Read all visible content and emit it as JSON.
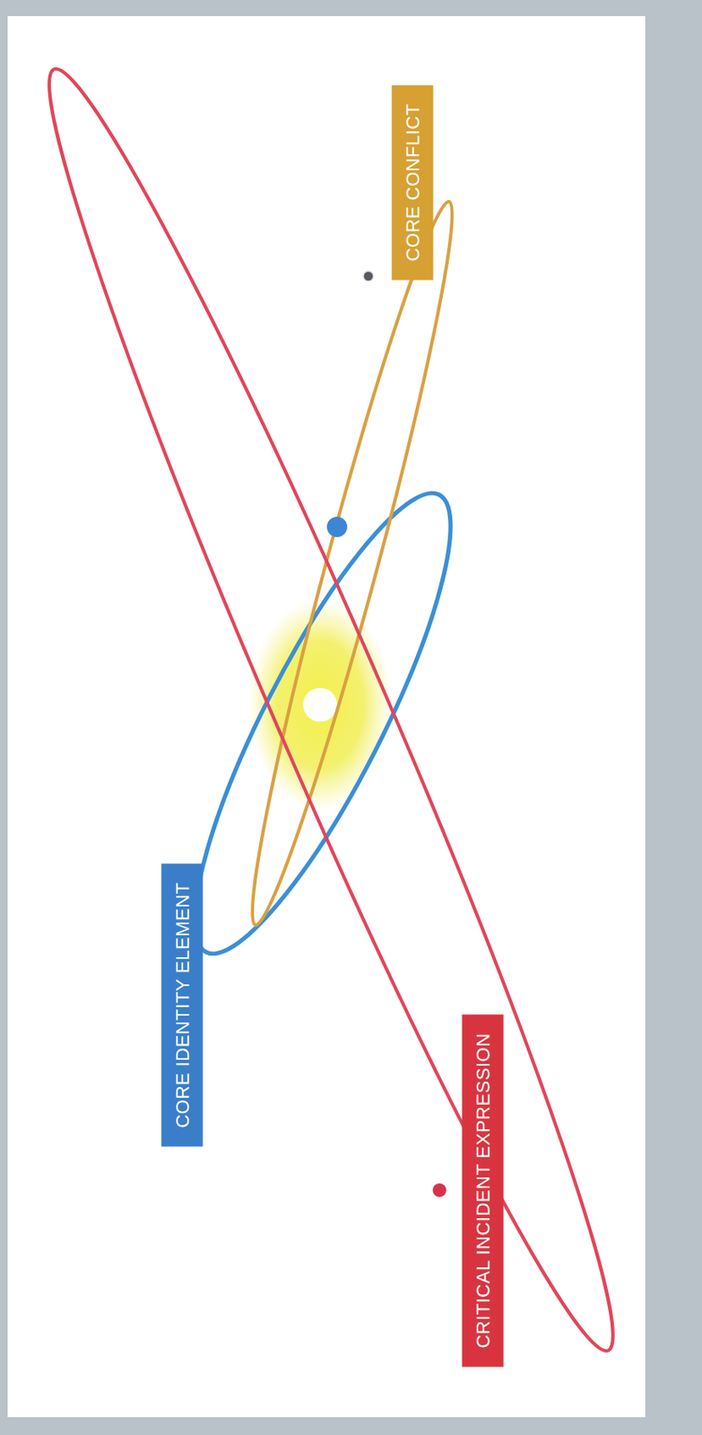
{
  "diagram": {
    "nodes": [
      {
        "text": [
          "CORE CONFLICT"
        ]
      },
      {
        "text": [
          "CORE IDENTITY ELEMENT"
        ]
      },
      {
        "text": [
          "CRITICAL INCIDENT EXPRESSION"
        ]
      }
    ]
  }
}
